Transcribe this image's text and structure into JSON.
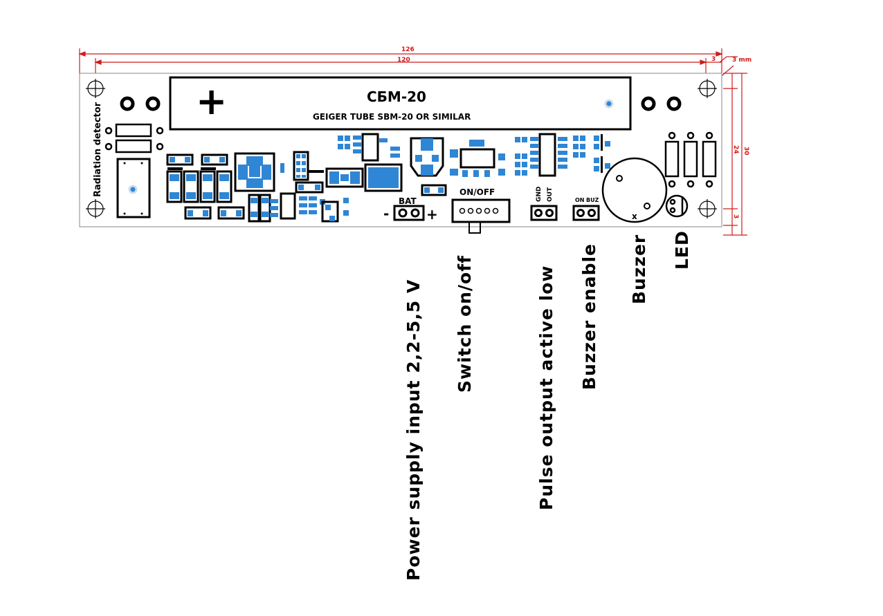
{
  "dimensions": {
    "total_width": "126",
    "inner_width": "120",
    "margin_right": "3",
    "margin_label": "3 mm",
    "height_total": "30",
    "height_inner": "24",
    "margin_bottom": "3"
  },
  "board": {
    "side_label": "Radiation detector",
    "tube_title": "СБМ-20",
    "tube_subtitle": "GEIGER TUBE SBM-20 OR SIMILAR",
    "tube_plus": "+",
    "bat_label": "BAT",
    "bat_minus": "-",
    "bat_plus": "+",
    "switch_label": "ON/OFF",
    "out_gnd": "GND",
    "out_out": "OUT",
    "buz_on": "ON",
    "buz_buz": "BUZ",
    "buzzer_x": "x"
  },
  "labels": {
    "power": "Power supply input 2,2-5,5 V",
    "switch": "Switch on/off",
    "pulse": "Pulse output active low",
    "buzzer_enable": "Buzzer enable",
    "buzzer": "Buzzer",
    "led": "LED"
  },
  "colors": {
    "pad": "#2f86d4",
    "dimension": "#d11a1a",
    "silkscreen": "#000000"
  }
}
